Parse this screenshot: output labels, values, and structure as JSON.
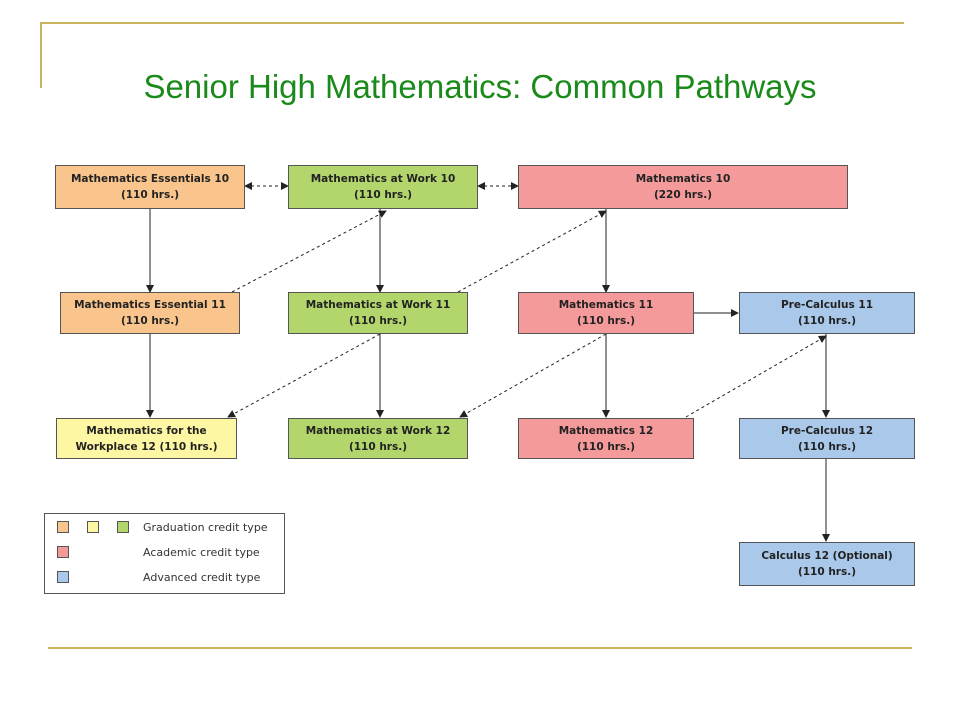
{
  "title": "Senior High Mathematics: Common Pathways",
  "colors": {
    "graduation_orange": "#fac58c",
    "graduation_yellow": "#fdf6a3",
    "graduation_green": "#b3d66c",
    "academic_red": "#f59a9a",
    "advanced_blue": "#aac8ea",
    "title_green": "#1a8a1a",
    "rule_gold": "#c8b45a"
  },
  "boxes": {
    "essentials10": {
      "line1": "Mathematics Essentials 10",
      "line2": "(110 hrs.)"
    },
    "work10": {
      "line1": "Mathematics at Work 10",
      "line2": "(110 hrs.)"
    },
    "math10": {
      "line1": "Mathematics 10",
      "line2": "(220 hrs.)"
    },
    "essential11": {
      "line1": "Mathematics Essential 11",
      "line2": "(110 hrs.)"
    },
    "work11": {
      "line1": "Mathematics at Work 11",
      "line2": "(110 hrs.)"
    },
    "math11": {
      "line1": "Mathematics 11",
      "line2": "(110 hrs.)"
    },
    "precalc11": {
      "line1": "Pre-Calculus 11",
      "line2": "(110 hrs.)"
    },
    "workplace12": {
      "line1": "Mathematics for the",
      "line2": "Workplace 12 (110 hrs.)"
    },
    "work12": {
      "line1": "Mathematics at Work 12",
      "line2": "(110 hrs.)"
    },
    "math12": {
      "line1": "Mathematics 12",
      "line2": "(110 hrs.)"
    },
    "precalc12": {
      "line1": "Pre-Calculus 12",
      "line2": "(110 hrs.)"
    },
    "calc12": {
      "line1": "Calculus 12 (Optional)",
      "line2": "(110 hrs.)"
    }
  },
  "legend": {
    "graduation": "Graduation credit type",
    "academic": "Academic credit type",
    "advanced": "Advanced credit type"
  }
}
